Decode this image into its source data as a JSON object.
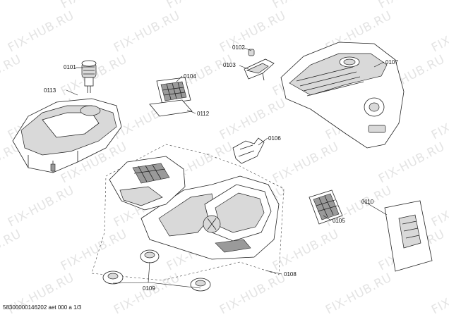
{
  "watermark": {
    "text": "FIX-HUB.RU"
  },
  "parts": {
    "p0101": "0101",
    "p0102": "0102",
    "p0103": "0103",
    "p0104": "0104",
    "p0105": "0105",
    "p0106": "0106",
    "p0107": "0107",
    "p0108": "0108",
    "p0109": "0109",
    "p0110": "0110",
    "p0112": "0112",
    "p0113": "0113"
  },
  "footer": {
    "text": "58300000146202 aet 000 a 1/3"
  }
}
